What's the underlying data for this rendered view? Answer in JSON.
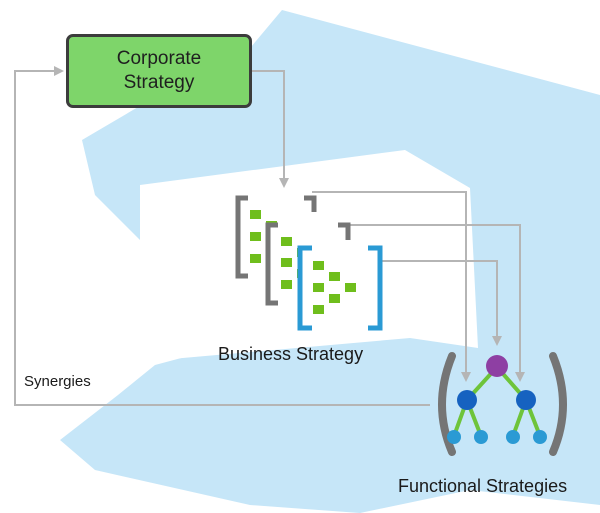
{
  "diagram": {
    "corporate_strategy": {
      "line1": "Corporate",
      "line2": "Strategy"
    },
    "business_strategy_label": "Business Strategy",
    "synergies_label": "Synergies",
    "functional_strategies_label": "Functional Strategies"
  },
  "colors": {
    "background_shape": "#c6e6f8",
    "corporate_fill": "#7ed56a",
    "connector": "#b5b5b5",
    "bracket_gray": "#757575",
    "bracket_blue": "#2a9ad4",
    "block_green": "#6fbe1c",
    "tree_purple": "#8e3fa3",
    "tree_mid_blue": "#1662c0",
    "tree_leaf_blue": "#2a9ad4",
    "tree_link_green": "#6ec43a"
  },
  "icons": [
    "corporate-strategy-box",
    "business-strategy-stack-icon",
    "functional-strategies-tree-icon"
  ]
}
